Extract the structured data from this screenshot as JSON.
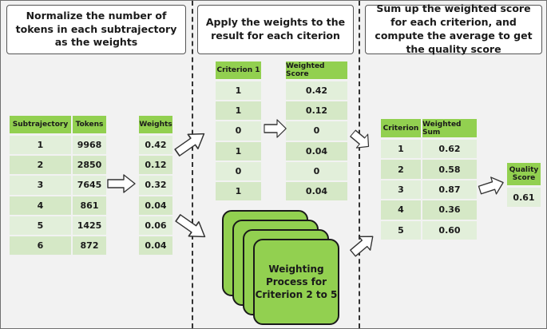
{
  "headers": {
    "step1": "Normalize the number of tokens in each subtrajectory as the weights",
    "step2": "Apply the weights to the result for each citerion",
    "step3": "Sum up the weighted score for each criterion, and compute the average to get the quality score"
  },
  "subtraj_table": {
    "columns": [
      "Subtrajectory",
      "Tokens"
    ],
    "rows": [
      [
        "1",
        "9968"
      ],
      [
        "2",
        "2850"
      ],
      [
        "3",
        "7645"
      ],
      [
        "4",
        "861"
      ],
      [
        "5",
        "1425"
      ],
      [
        "6",
        "872"
      ]
    ]
  },
  "weights_table": {
    "columns": [
      "Weights"
    ],
    "rows": [
      [
        "0.42"
      ],
      [
        "0.12"
      ],
      [
        "0.32"
      ],
      [
        "0.04"
      ],
      [
        "0.06"
      ],
      [
        "0.04"
      ]
    ]
  },
  "criterion1_table": {
    "columns": [
      "Criterion 1"
    ],
    "rows": [
      [
        "1"
      ],
      [
        "1"
      ],
      [
        "0"
      ],
      [
        "1"
      ],
      [
        "0"
      ],
      [
        "1"
      ]
    ]
  },
  "weighted_score_table": {
    "columns": [
      "Weighted Score"
    ],
    "rows": [
      [
        "0.42"
      ],
      [
        "0.12"
      ],
      [
        "0"
      ],
      [
        "0.04"
      ],
      [
        "0"
      ],
      [
        "0.04"
      ]
    ]
  },
  "process_box": {
    "label": "Weighting Process for Criterion 2 to 5"
  },
  "criterion_sum_table": {
    "columns": [
      "Criterion",
      "Weighted Sum"
    ],
    "rows": [
      [
        "1",
        "0.62"
      ],
      [
        "2",
        "0.58"
      ],
      [
        "3",
        "0.87"
      ],
      [
        "4",
        "0.36"
      ],
      [
        "5",
        "0.60"
      ]
    ]
  },
  "quality_table": {
    "columns": [
      "Quality Score"
    ],
    "rows": [
      [
        "0.61"
      ]
    ]
  },
  "colors": {
    "header_green": "#92d050",
    "row_green": "#e2efda",
    "row_green_alt": "#d5e8c6"
  }
}
